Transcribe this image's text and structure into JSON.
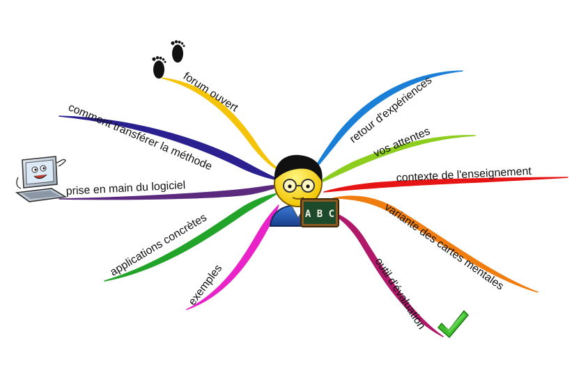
{
  "center": {
    "icon": "teacher-icon",
    "board_text": "A B C"
  },
  "branches": [
    {
      "id": "forum-ouvert",
      "label": "forum ouvert",
      "color": "#f5c40a",
      "icon": "footprints-icon"
    },
    {
      "id": "comment-transferer",
      "label": "comment transférer la méthode",
      "color": "#2a2090"
    },
    {
      "id": "prise-en-main",
      "label": "prise en main du logiciel",
      "color": "#5b2a7e",
      "icon": "laptop-icon"
    },
    {
      "id": "applications",
      "label": "applications concrètes",
      "color": "#22a32a"
    },
    {
      "id": "exemples",
      "label": "exemples",
      "color": "#e823c8"
    },
    {
      "id": "retour",
      "label": "retour d'expériences",
      "color": "#1a7fd6"
    },
    {
      "id": "attentes",
      "label": "vos attentes",
      "color": "#8ccd1e"
    },
    {
      "id": "contexte",
      "label": "contexte de l'enseignement",
      "color": "#e61414"
    },
    {
      "id": "variante",
      "label": "variante des cartes mentales",
      "color": "#f07d10"
    },
    {
      "id": "evaluation",
      "label": "outil d'évaluation",
      "color": "#b01869",
      "icon": "checkmark-icon"
    }
  ]
}
